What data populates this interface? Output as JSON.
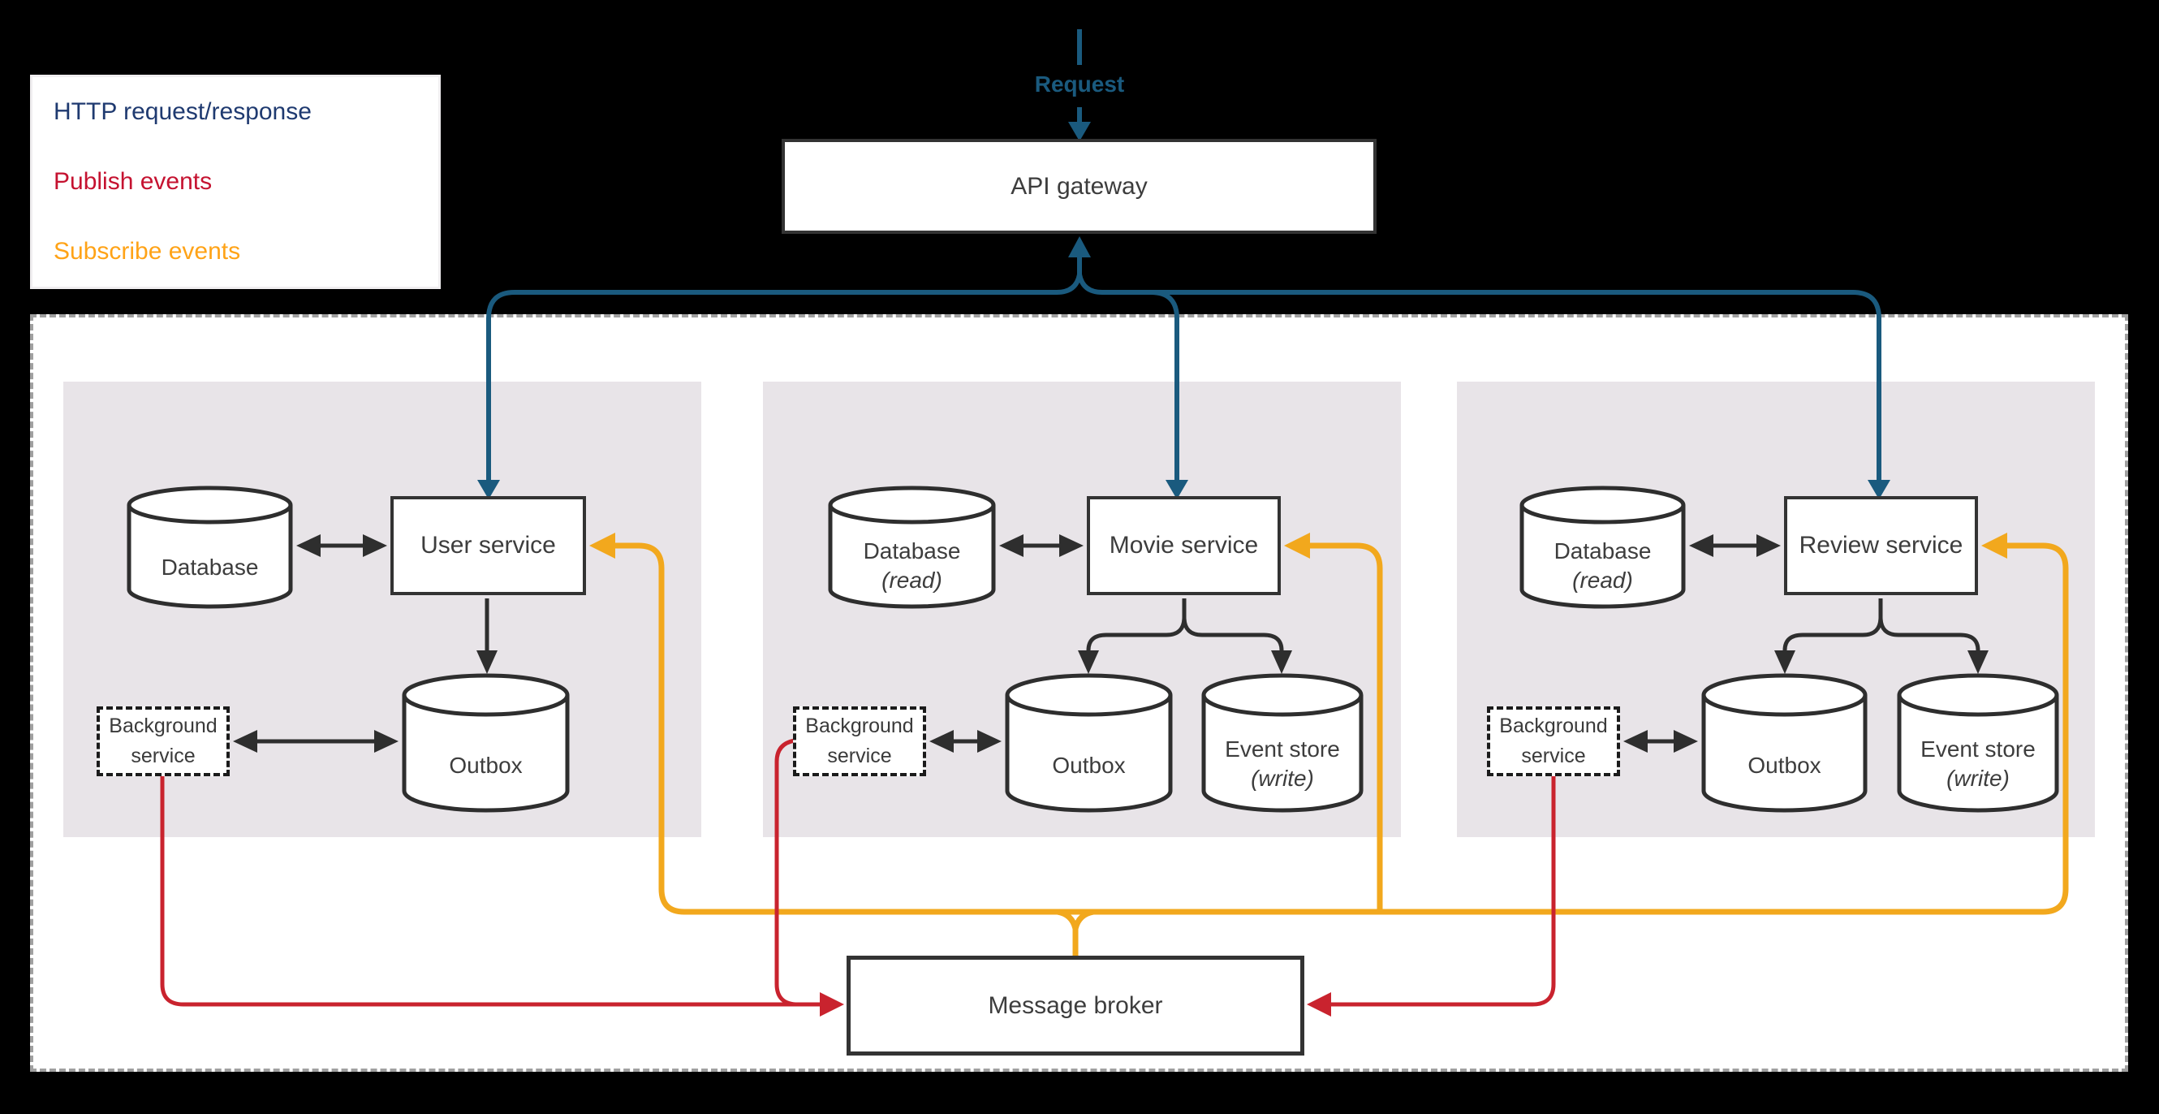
{
  "legend": {
    "items": [
      {
        "id": "http",
        "label": "HTTP request/response",
        "color": "#1f3a70"
      },
      {
        "id": "publish",
        "label": "Publish events",
        "color": "#c51230"
      },
      {
        "id": "subscribe",
        "label": "Subscribe events",
        "color": "#ffa317"
      }
    ]
  },
  "request_label": "Request",
  "api_gateway": {
    "label": "API gateway"
  },
  "message_broker": {
    "label": "Message broker"
  },
  "groups": [
    {
      "service": "User service",
      "database": "Database",
      "database_sub": "",
      "outbox": "Outbox",
      "event_store": "",
      "event_store_sub": "",
      "background": "Background service"
    },
    {
      "service": "Movie service",
      "database": "Database",
      "database_sub": "(read)",
      "outbox": "Outbox",
      "event_store": "Event store",
      "event_store_sub": "(write)",
      "background": "Background service"
    },
    {
      "service": "Review service",
      "database": "Database",
      "database_sub": "(read)",
      "outbox": "Outbox",
      "event_store": "Event store",
      "event_store_sub": "(write)",
      "background": "Background service"
    }
  ],
  "colors": {
    "http_flow": "#1a5a7e",
    "publish_flow": "#c9232e",
    "subscribe_flow": "#f2a81d",
    "panel_background": "#e8e4e8",
    "node_border": "#333333",
    "label_text": "#3d3d3d",
    "container_dash_border": "#a0a0a0",
    "page_background": "#000000"
  }
}
